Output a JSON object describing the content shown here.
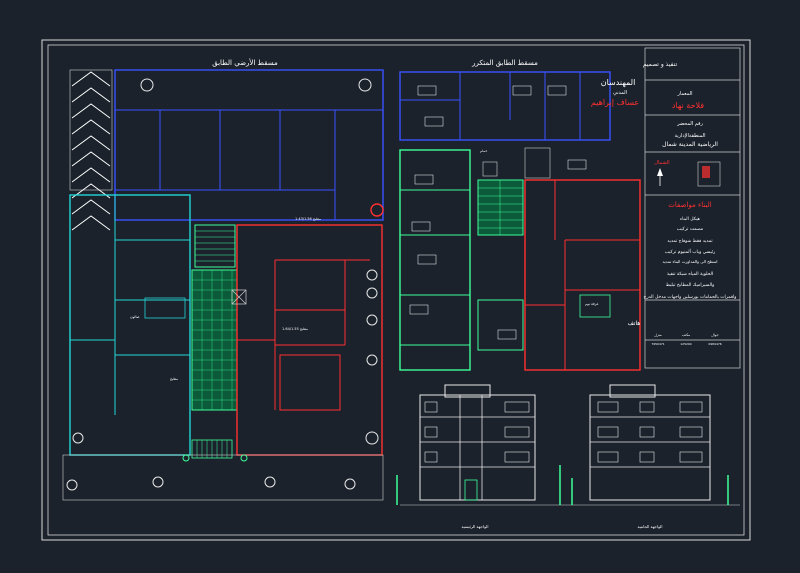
{
  "titles": {
    "ground_plan": "مسقط الأرضي الطابق",
    "typical_plan": "مسقط الطابق المتكرر",
    "front_elev": "الواجهة الرئيسية",
    "side_elev": "الواجهة الجانبية"
  },
  "title_block": {
    "design": "تنفيذ و تصميم",
    "engineer": "المهندسان",
    "civil": "المدني",
    "engineer_name": "عساف إبراهيم",
    "architect": "المعمار",
    "architect_name": "فلاحة نهاد",
    "plot_no": "رقم المحضر",
    "zone": "المنطقةالإدارية",
    "city": "الرياضية المدينة شمال",
    "north": "الشمال",
    "spec_title": "البناء مواصفات",
    "spec_lines": [
      "هيكل البناء",
      "مصمت تركيب",
      "تمديد فقط شوفاج تمديد",
      "رئيسي وباب ألمنيوم تركيب",
      "اسطح الى والمداورت البناء تمديد",
      "الحلوية المياه شبكة تنفيذ",
      "والسيراميك المطابخ تبليط"
    ],
    "note": "واقمرات بالحمامات بورسلين واجهات مدخل الدرج",
    "phone_label": "هاتف",
    "table_headers": [
      "منزل",
      "مكتب",
      "جوال"
    ],
    "table_values": [
      "7950471",
      "125294",
      "0984476"
    ]
  },
  "room_labels": {
    "salon": "صالون",
    "kitchen": "مطبخ",
    "bath": "حمام",
    "bedroom": "غرفة نوم",
    "area_a": "مطبخ 1.43/1.56",
    "area_b": "مطبخ 1.64/1.55"
  }
}
